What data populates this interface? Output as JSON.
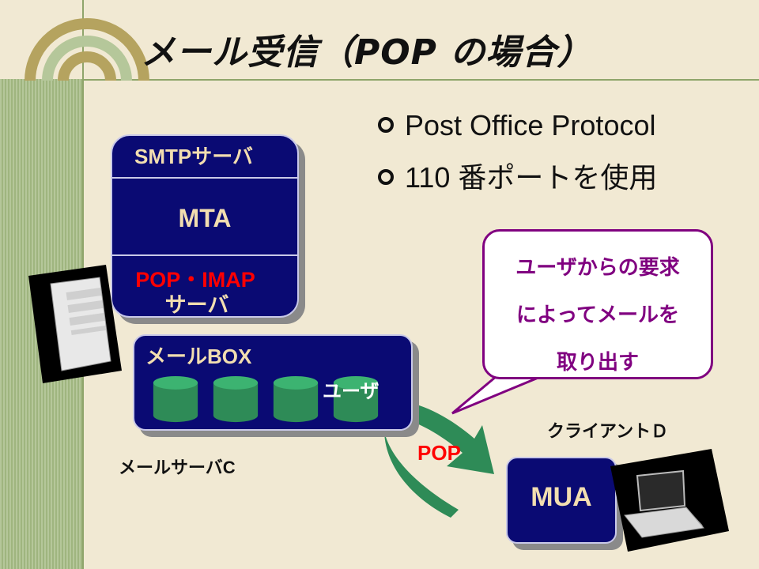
{
  "slide": {
    "title": "メール受信（POP の場合）",
    "bullets": [
      "Post Office Protocol",
      "110 番ポートを使用"
    ]
  },
  "server": {
    "smtp_label": "SMTPサーバ",
    "mta_label": "MTA",
    "pop_imap_label": "POP・IMAP",
    "pop_imap_sub": "サーバ"
  },
  "mailbox": {
    "label": "メールBOX",
    "user_label": "ユーザ"
  },
  "mail_server_label": "メールサーバC",
  "client_label": "クライアントＤ",
  "mua_label": "MUA",
  "arrow_label": "POP",
  "callout": {
    "lines": [
      "ユーザからの要求",
      "によってメールを",
      "取り出す"
    ]
  },
  "colors": {
    "navy": "#0a0a73",
    "green": "#2e8b57",
    "red": "#ff0000",
    "purple": "#800080",
    "background": "#f1e9d3"
  }
}
